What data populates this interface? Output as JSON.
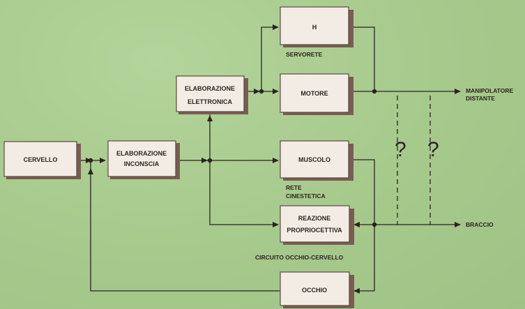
{
  "blocks": {
    "cervello": [
      "CERVELLO"
    ],
    "inconscia": [
      "ELABORAZIONE",
      "INCONSCIA"
    ],
    "elettronica": [
      "ELABORAZIONE",
      "ELETTRONICA"
    ],
    "h": [
      "H"
    ],
    "motore": [
      "MOTORE"
    ],
    "muscolo": [
      "MUSCOLO"
    ],
    "reazione": [
      "REAZIONE",
      "PROPRIOCETTIVA"
    ],
    "occhio": [
      "OCCHIO"
    ]
  },
  "labels": {
    "servorete": "SERVORETE",
    "rete": [
      "RETE",
      "CINESTETICA"
    ],
    "circuito": "CIRCUITO OCCHIO-CERVELLO",
    "manipolatore": [
      "MANIPOLATORE",
      "DISTANTE"
    ],
    "braccio": "BRACCIO",
    "question_mark": "?"
  },
  "colors": {
    "background": "#a9cb8f",
    "box": "#f3ece4",
    "shadow": "#7a5c52",
    "ink": "#2b2320"
  }
}
